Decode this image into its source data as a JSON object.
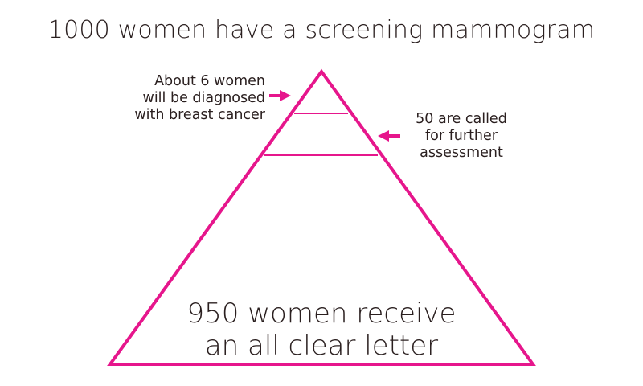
{
  "title": "1000 women have a screening mammogram",
  "labels": {
    "diagnosed": [
      "About 6 women",
      "will be diagnosed",
      "with breast cancer"
    ],
    "assessment": [
      "50 are called",
      "for further",
      "assessment"
    ],
    "base": [
      "950 women receive",
      "an all clear letter"
    ]
  },
  "colors": {
    "accent": "#e6168c",
    "text": "#2a1f1f",
    "background": "#ffffff"
  },
  "icons": {
    "diagnosed_arrow": "arrow-right-icon",
    "assessment_arrow": "arrow-left-icon"
  }
}
